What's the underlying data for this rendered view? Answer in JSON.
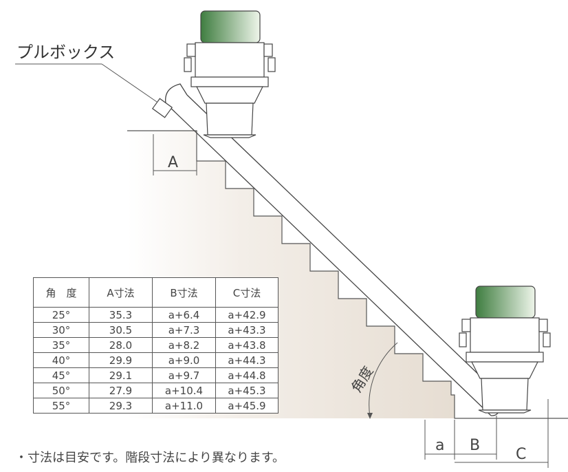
{
  "callout": {
    "label": "プルボックス"
  },
  "dimensions": {
    "a": "A",
    "small_a": "a",
    "b": "B",
    "c": "C"
  },
  "angle_label": "角度",
  "table": {
    "headers": [
      "角　度",
      "A寸法",
      "B寸法",
      "C寸法"
    ],
    "rows": [
      [
        "25°",
        "35.3",
        "a+6.4",
        "a+42.9"
      ],
      [
        "30°",
        "30.5",
        "a+7.3",
        "a+43.3"
      ],
      [
        "35°",
        "28.0",
        "a+8.2",
        "a+43.8"
      ],
      [
        "40°",
        "29.9",
        "a+9.0",
        "a+44.3"
      ],
      [
        "45°",
        "29.1",
        "a+9.7",
        "a+44.8"
      ],
      [
        "50°",
        "27.9",
        "a+10.4",
        "a+45.3"
      ],
      [
        "55°",
        "29.3",
        "a+11.0",
        "a+45.9"
      ]
    ]
  },
  "note": "・寸法は目安です。階段寸法により異なります。",
  "colors": {
    "wall_shade": "#ece5dc",
    "seat_green_dark": "#3c7a3e",
    "seat_green_light": "#e8f2e3",
    "line": "#444444"
  }
}
